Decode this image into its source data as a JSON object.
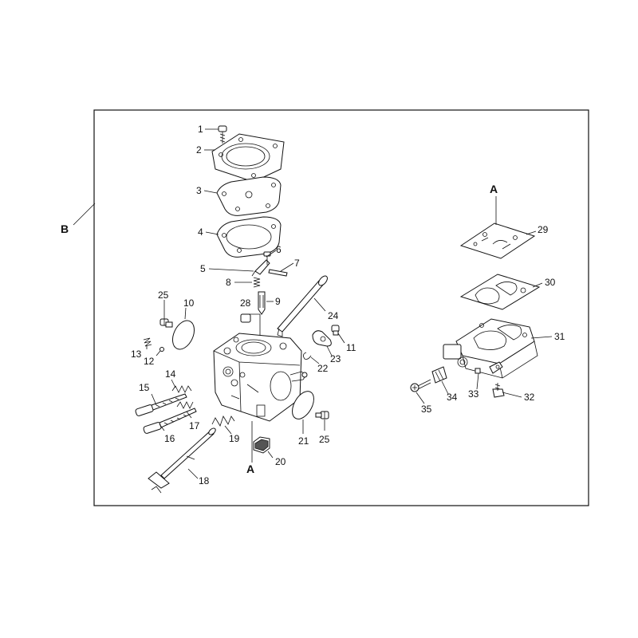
{
  "frame_label": "B",
  "section_label_top": "A",
  "section_label_bottom": "A",
  "part_numbers": [
    "1",
    "2",
    "3",
    "4",
    "5",
    "6",
    "7",
    "8",
    "9",
    "10",
    "11",
    "12",
    "13",
    "14",
    "15",
    "16",
    "17",
    "18",
    "19",
    "20",
    "21",
    "22",
    "23",
    "24",
    "25",
    "25",
    "28",
    "29",
    "30",
    "31",
    "32",
    "33",
    "34",
    "35"
  ]
}
